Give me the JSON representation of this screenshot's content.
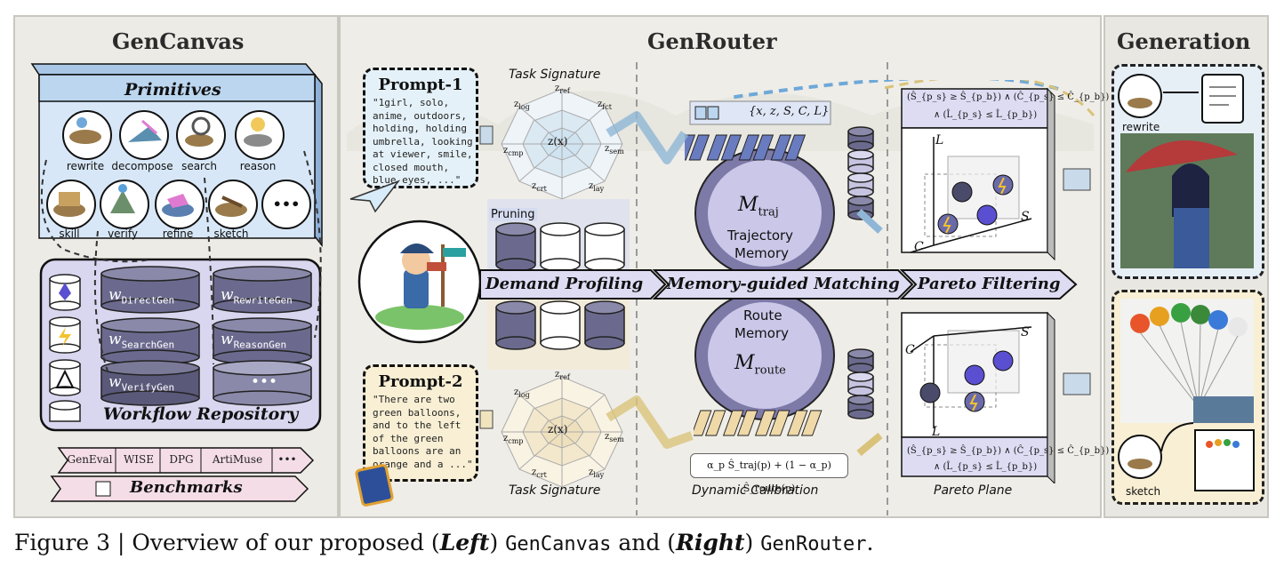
{
  "panels": {
    "gencanvas": "GenCanvas",
    "genrouter": "GenRouter",
    "generation": "Generation"
  },
  "primitives": {
    "title": "Primitives",
    "items": [
      "rewrite",
      "decompose",
      "search",
      "reason",
      "skill",
      "verify",
      "refine",
      "sketch"
    ],
    "more": "•••"
  },
  "workflow": {
    "title": "Workflow Repository",
    "w": "w",
    "entries": [
      "DirectGen",
      "RewriteGen",
      "SearchGen",
      "ReasonGen",
      "VerifyGen"
    ],
    "more": "•••"
  },
  "benchmarks": {
    "title": "Benchmarks",
    "items": [
      "GenEval",
      "WISE",
      "DPG",
      "ArtiMuse",
      "•••"
    ]
  },
  "prompt1": {
    "title": "Prompt-1",
    "text": "\"1girl, solo,\nanime, outdoors,\nholding, holding\numbrella, looking\nat viewer, smile,\nclosed mouth,\nblue eyes, ...\""
  },
  "prompt2": {
    "title": "Prompt-2",
    "text": "\"There are two\ngreen balloons,\nand to the left\nof the green\nballoons are an\norange and a ...\""
  },
  "task_signature": "Task Signature",
  "radar_center": "z(x)",
  "radar_axes": [
    "z",
    "z",
    "z",
    "z",
    "z",
    "z",
    "z",
    "z"
  ],
  "radar_subs": [
    "ref",
    "fct",
    "sem",
    "lay",
    "crt",
    "cmp",
    "log"
  ],
  "pruning": "Pruning",
  "stages": [
    "Demand Profiling",
    "Memory-guided Matching",
    "Pareto Filtering"
  ],
  "memory": {
    "traj_symbol": "M",
    "traj_sub": "traj",
    "traj_label_1": "Trajectory",
    "traj_label_2": "Memory",
    "route_label_1": "Route",
    "route_label_2": "Memory",
    "route_symbol": "M",
    "route_sub": "route",
    "tuple": "{x, z, S, C, L}"
  },
  "dynamic_calibration": "Dynamic Calibration",
  "calibration_formula": "α_p Ŝ_traj(p) + (1 − α_p) Ŝ_route(p)",
  "pareto": {
    "plane": "Pareto Plane",
    "cond_top_1": "(Ŝ_{p_s} ≥ Ŝ_{p_b}) ∧ (Ĉ_{p_s} ≤ Ĉ_{p_b})",
    "cond_top_2": "∧ (L̂_{p_s} ≤ L̂_{p_b})",
    "cond_bot_1": "(Ŝ_{p_s} ≥ Ŝ_{p_b}) ∧ (Ĉ_{p_s} ≤ Ĉ_{p_b})",
    "cond_bot_2": "∧ (L̂_{p_s} ≤ L̂_{p_b})",
    "axis_L": "L",
    "axis_S": "S",
    "axis_C": "C"
  },
  "generation": {
    "top_tool": "rewrite",
    "bottom_tool": "sketch"
  },
  "caption": {
    "prefix": "Figure 3 | Overview of our proposed (",
    "left": "Left",
    "mid1": ") ",
    "gencanvas": "GenCanvas",
    "mid2": " and (",
    "right": "Right",
    "mid3": ") ",
    "genrouter": "GenRouter",
    "end": "."
  },
  "colors": {
    "primitives_blue": "#cfe3f6",
    "workflow_purple": "#d9d6f0",
    "cyl_dark": "#6b6a8e",
    "prompt1_bg": "#e4f1f8",
    "prompt2_bg": "#f8efd4",
    "stage_arrow": "#dedcf3",
    "bench_pink": "#f4dde6",
    "panel_bg": "#eeece6"
  }
}
